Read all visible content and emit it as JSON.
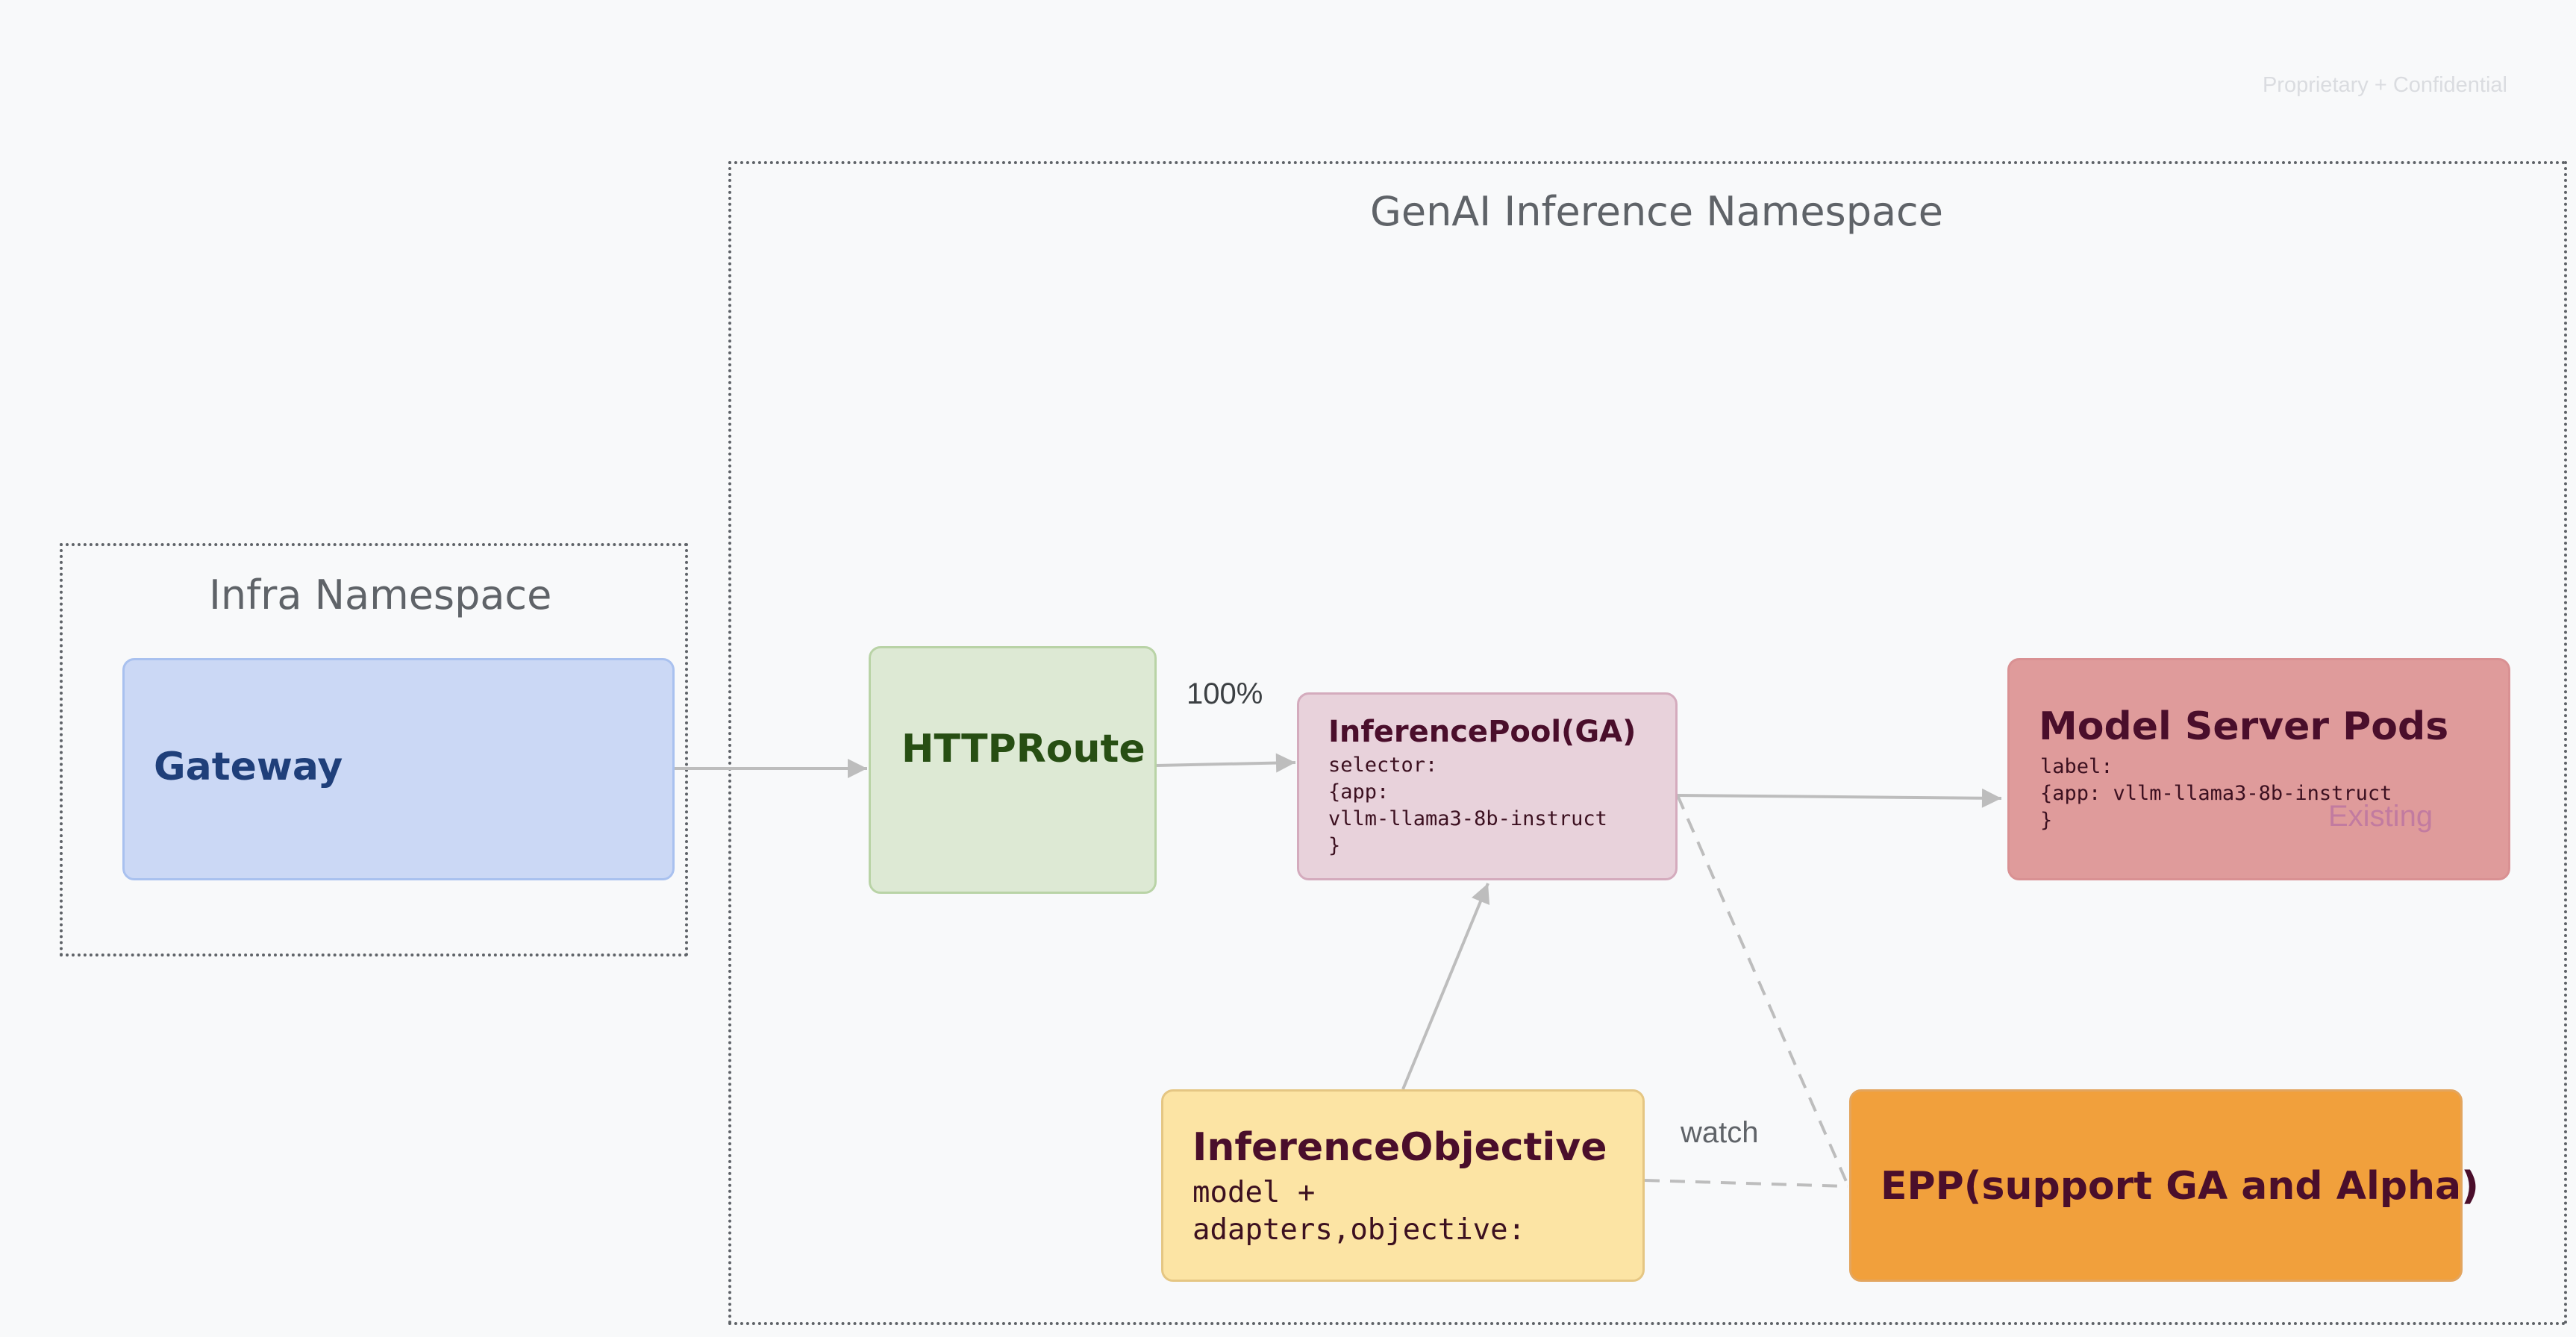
{
  "watermark": "Proprietary + Confidential",
  "namespaces": {
    "genai": "GenAI Inference Namespace",
    "infra": "Infra Namespace"
  },
  "nodes": {
    "gateway": {
      "title": "Gateway"
    },
    "httproute": {
      "title": "HTTPRoute"
    },
    "inference_pool": {
      "title": "InferencePool(GA)",
      "body": "selector:\n{app:\nvllm-llama3-8b-instruct\n}"
    },
    "model_server_pods": {
      "title": "Model Server Pods",
      "body": "label:\n{app: vllm-llama3-8b-instruct\n}",
      "tag": "Existing"
    },
    "inference_objective": {
      "title": "InferenceObjective",
      "body": "model +\nadapters,objective:"
    },
    "epp": {
      "title": "EPP(support GA and Alpha)"
    }
  },
  "edge_labels": {
    "traffic_split": "100%",
    "watch": "watch"
  },
  "colors": {
    "background": "#f8f9fa",
    "gateway": "#cbd8f5",
    "httproute": "#dde9d4",
    "inference_pool": "#e8d2db",
    "model_server_pods": "#df9b9b",
    "inference_objective": "#fce4a4",
    "epp": "#f1a03c",
    "arrow": "#bdbdbd"
  }
}
